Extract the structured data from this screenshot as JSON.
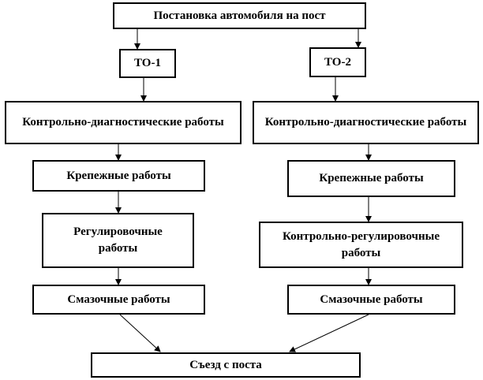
{
  "diagram": {
    "start": "Постановка автомобиля на пост",
    "to1": {
      "title": "ТО-1",
      "steps": [
        "Контрольно-диагностические работы",
        "Крепежные работы",
        "Регулировочные работы",
        "Смазочные работы"
      ]
    },
    "to2": {
      "title": "ТО-2",
      "steps": [
        "Контрольно-диагностические работы",
        "Крепежные работы",
        "Контрольно-регулировочные работы",
        "Смазочные работы"
      ]
    },
    "end": "Съезд с поста"
  }
}
